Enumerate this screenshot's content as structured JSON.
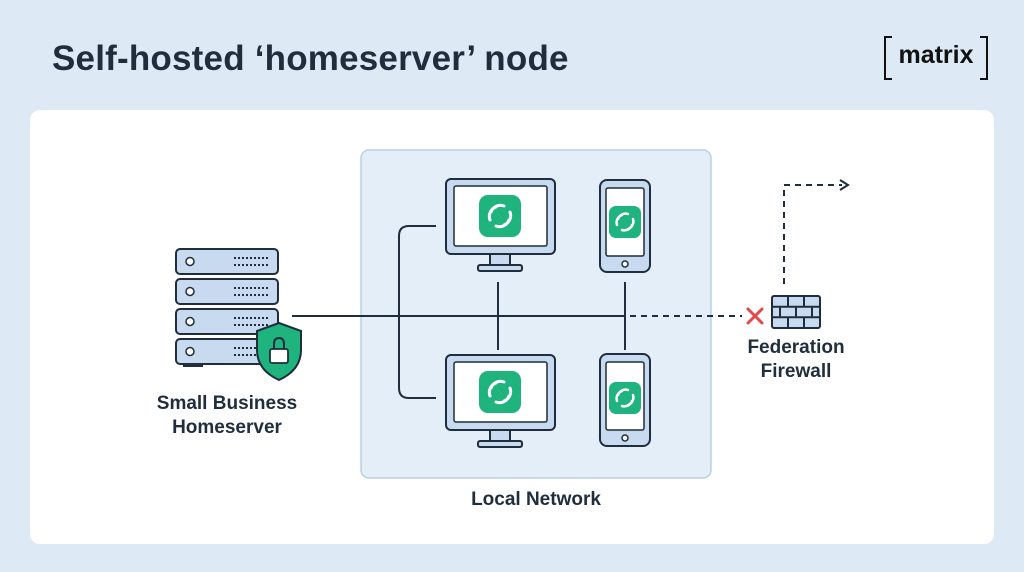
{
  "header": {
    "title": "Self-hosted ‘homeserver’ node",
    "logo_text": "matrix"
  },
  "diagram": {
    "server_label": [
      "Small Business",
      "Homeserver"
    ],
    "network_label": "Local Network",
    "firewall_label": [
      "Federation",
      "Firewall"
    ],
    "icons": [
      "server-rack-icon",
      "shield-lock-icon",
      "desktop-monitor-icon",
      "smartphone-icon",
      "element-app-icon",
      "brick-firewall-icon",
      "blocked-x-icon"
    ],
    "colors": {
      "background": "#dde9f5",
      "network_box": "#e4eef8",
      "device_fill": "#c8daef",
      "outline": "#1f2d3d",
      "accent_green": "#1fb37d",
      "blocked_red": "#e04a4a"
    }
  }
}
